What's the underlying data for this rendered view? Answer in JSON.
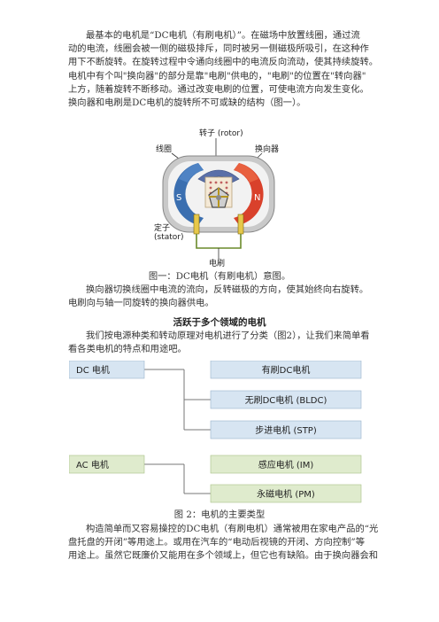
{
  "para1": [
    "最基本的电机是“DC电机（有刷电机）”。在磁场中放置线圈，通过流",
    "动的电流，线圈会被一侧的磁极排斥，同时被另一侧磁极所吸引，在这种作",
    "用下不断旋转。在旋转过程中令通向线圈中的电流反向流动，使其持续旋转。",
    "电机中有个叫\"换向器\"的部分是靠\"电刷\"供电的，\"电刷\"的位置在\"转向器\"",
    "上方，随着旋转不断移动。通过改变电刷的位置，可使电流方向发生变化。",
    "换向器和电刷是DC电机的旋转所不可或缺的结构（图一）。"
  ],
  "figure1": {
    "label_rotor": "转子 (rotor)",
    "label_coil": "线圈",
    "label_commutator": "换向器",
    "label_stator_zh": "定子",
    "label_stator_en": "(stator)",
    "label_brush": "电刷",
    "pole_s": "S",
    "pole_n": "N",
    "caption": "图一：DC电机（有刷电机）意图。"
  },
  "para2": [
    "换向器切换线圈中电流的流向，反转磁极的方向，使其始终向右旋转。",
    "电刷向与轴一同旋转的换向器供电。"
  ],
  "section_heading": "活跃于多个领域的电机",
  "para3": [
    "我们按电源种类和转动原理对电机进行了分类（图2），让我们来简单看",
    "看各类电机的特点和用途吧。"
  ],
  "figure2": {
    "dc_root": "DC 电机",
    "dc_children": [
      "有刷DC电机",
      "无刷DC电机 (BLDC)",
      "步进电机 (STP)"
    ],
    "ac_root": "AC 电机",
    "ac_children": [
      "感应电机 (IM)",
      "永磁电机 (PM)"
    ],
    "caption": "图 2：电机的主要类型",
    "colors": {
      "dc_fill": "#d7e5f2",
      "ac_fill": "#dfebcd"
    }
  },
  "para4": [
    "构造简单而又容易操控的DC电机（有刷电机）通常被用在家电产品的“光",
    "盘托盘的开闭”等用途上。或用在汽车的“电动后视镜的开闭、方向控制”等",
    "用途上。虽然它既廉价又能用在多个领域上，但它也有缺陷。由于换向器会和"
  ]
}
